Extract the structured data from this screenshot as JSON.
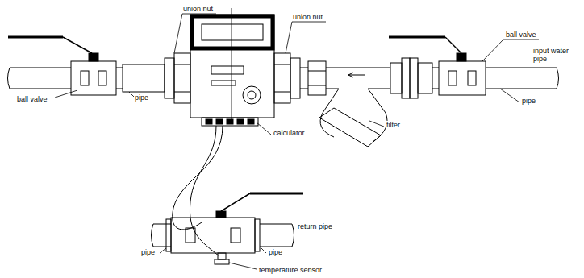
{
  "diagram": {
    "labels": [
      "union nut",
      "union nut",
      "ball valve",
      "input water pipe",
      "pipe",
      "ball valve",
      "pipe",
      "calculator",
      "filter",
      "pipe",
      "return pipe",
      "pipe",
      "temperature sensor"
    ]
  }
}
